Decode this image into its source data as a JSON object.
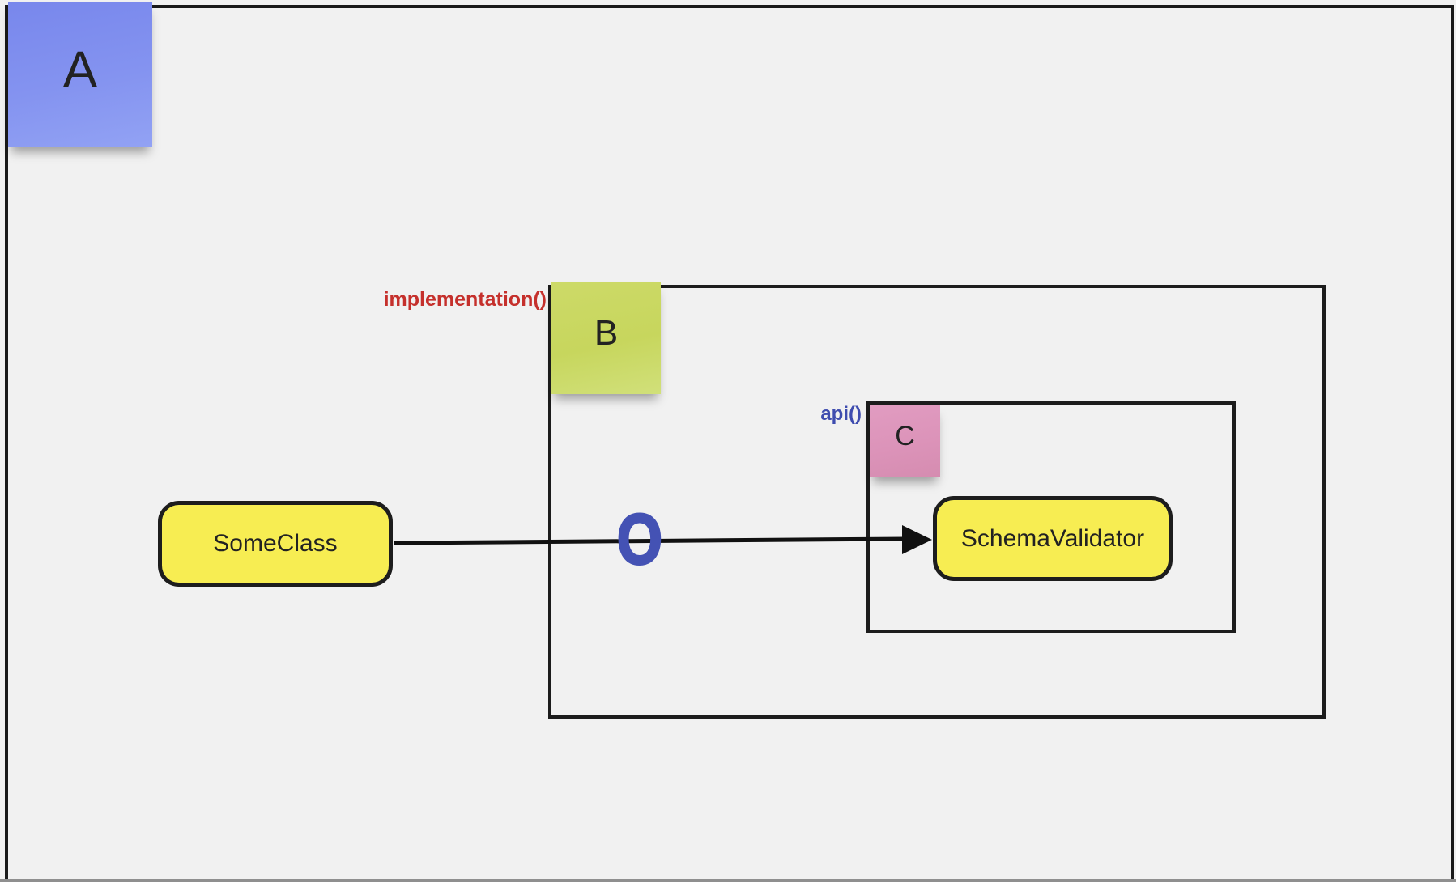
{
  "board": {
    "background": "#f1f1f1",
    "frame_border_color": "#1a1a1a",
    "bottom_edge_color": "#8f8f8f"
  },
  "stickies": {
    "a": {
      "label": "A",
      "color": "#8493f0"
    },
    "b": {
      "label": "B",
      "color": "#cdda68"
    },
    "c": {
      "label": "C",
      "color": "#dc93b9"
    }
  },
  "annotations": {
    "implementation": {
      "text": "implementation()",
      "color": "#c5302c"
    },
    "api": {
      "text": "api()",
      "color": "#3e4caf"
    }
  },
  "nodes": {
    "some_class": {
      "label": "SomeClass",
      "fill": "#f7ed52",
      "border_color": "#1d1d1d"
    },
    "schema_validator": {
      "label": "SchemaValidator",
      "fill": "#f7ed52",
      "border_color": "#1d1d1d"
    }
  },
  "connector": {
    "marker_label": "O",
    "marker_color": "#4452b4",
    "line_color": "#111111"
  }
}
